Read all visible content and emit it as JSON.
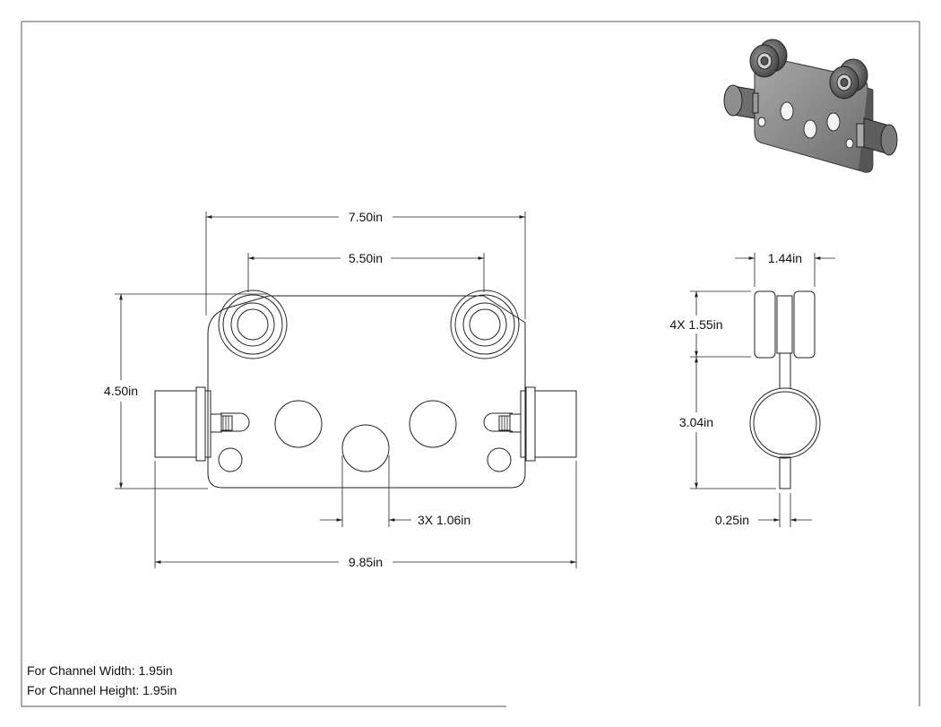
{
  "dimensions": {
    "top_outer": "7.50in",
    "top_inner": "5.50in",
    "height_left": "4.50in",
    "holes": "3X 1.06in",
    "overall_width": "9.85in",
    "side_width": "1.44in",
    "side_wheel": "4X 1.55in",
    "side_lower": "3.04in",
    "side_thickness": "0.25in"
  },
  "notes": {
    "channel_width": "For Channel Width: 1.95in",
    "channel_height": "For Channel Height: 1.95in"
  },
  "colors": {
    "line": "#222222",
    "iso_plate": "#8a8a8a",
    "iso_dark": "#4a4a4a"
  }
}
